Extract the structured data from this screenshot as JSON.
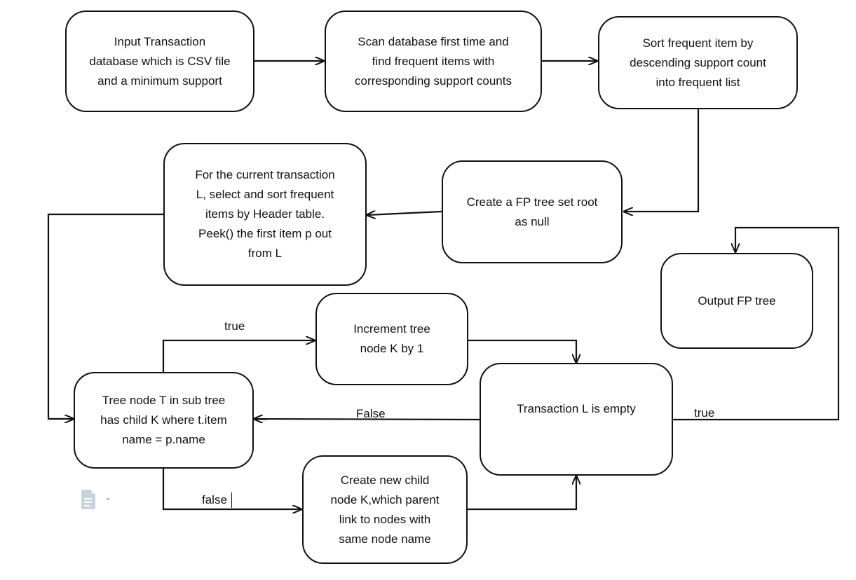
{
  "nodes": {
    "input": "Input Transaction\ndatabase which is CSV file\nand a minimum support",
    "scan": "Scan database first time and\nfind frequent items with\ncorresponding support counts",
    "sort": "Sort frequent item by\ndescending support count\ninto frequent list",
    "create_tree": "Create a FP tree set root\nas null",
    "current_txn": "For the current transaction\nL, select and sort frequent\nitems by Header table.\nPeek() the first item p out\nfrom L",
    "output": "Output FP tree",
    "increment": "Increment tree\nnode K by 1",
    "tree_node": "Tree node T in sub tree\nhas child K where t.item\nname = p.name",
    "empty": "Transaction L is empty",
    "new_child": "Create new child\nnode K,which parent\nlink to nodes with\nsame node name"
  },
  "edge_labels": {
    "true_top": "true",
    "false_mid": "False",
    "true_right": "true",
    "false_bottom": "false"
  },
  "icons": {
    "document": "document-icon"
  }
}
